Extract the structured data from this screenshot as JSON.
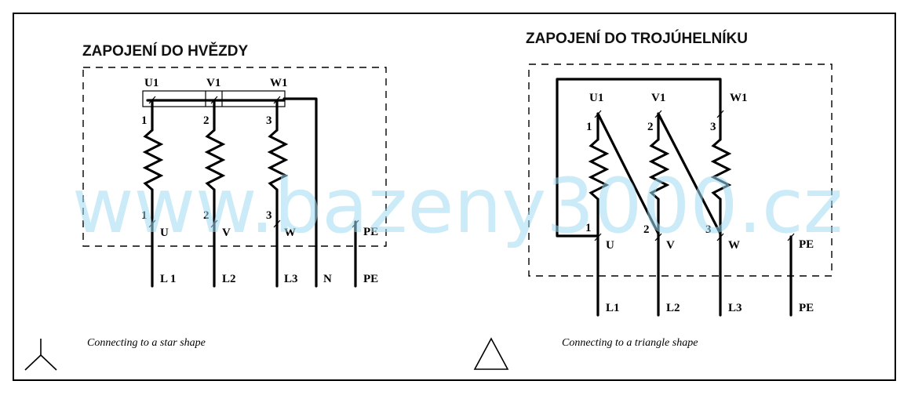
{
  "star": {
    "title": "ZAPOJENÍ DO HVĚZDY",
    "top_terminals": [
      "U1",
      "V1",
      "W1"
    ],
    "coil_top_numbers": [
      "1",
      "2",
      "3"
    ],
    "coil_bottom_numbers": [
      "1",
      "2",
      "3"
    ],
    "bottom_terminals": [
      "U",
      "V",
      "W"
    ],
    "pe_terminal": "PE",
    "lines": [
      "L 1",
      "L2",
      "L3",
      "N",
      "PE"
    ],
    "caption": "Connecting to a star shape"
  },
  "triangle": {
    "title": "ZAPOJENÍ DO TROJÚHELNÍKU",
    "top_terminals": [
      "U1",
      "V1",
      "W1"
    ],
    "coil_top_numbers": [
      "1",
      "2",
      "3"
    ],
    "coil_bottom_numbers": [
      "1",
      "2",
      "3"
    ],
    "bottom_terminals": [
      "U",
      "V",
      "W"
    ],
    "pe_terminal": "PE",
    "lines": [
      "L1",
      "L2",
      "L3",
      "PE"
    ],
    "caption": "Connecting to a triangle shape"
  },
  "watermark": "www.bazeny3000.cz",
  "colors": {
    "ink": "#000000",
    "watermark": "#9fdcf2"
  }
}
